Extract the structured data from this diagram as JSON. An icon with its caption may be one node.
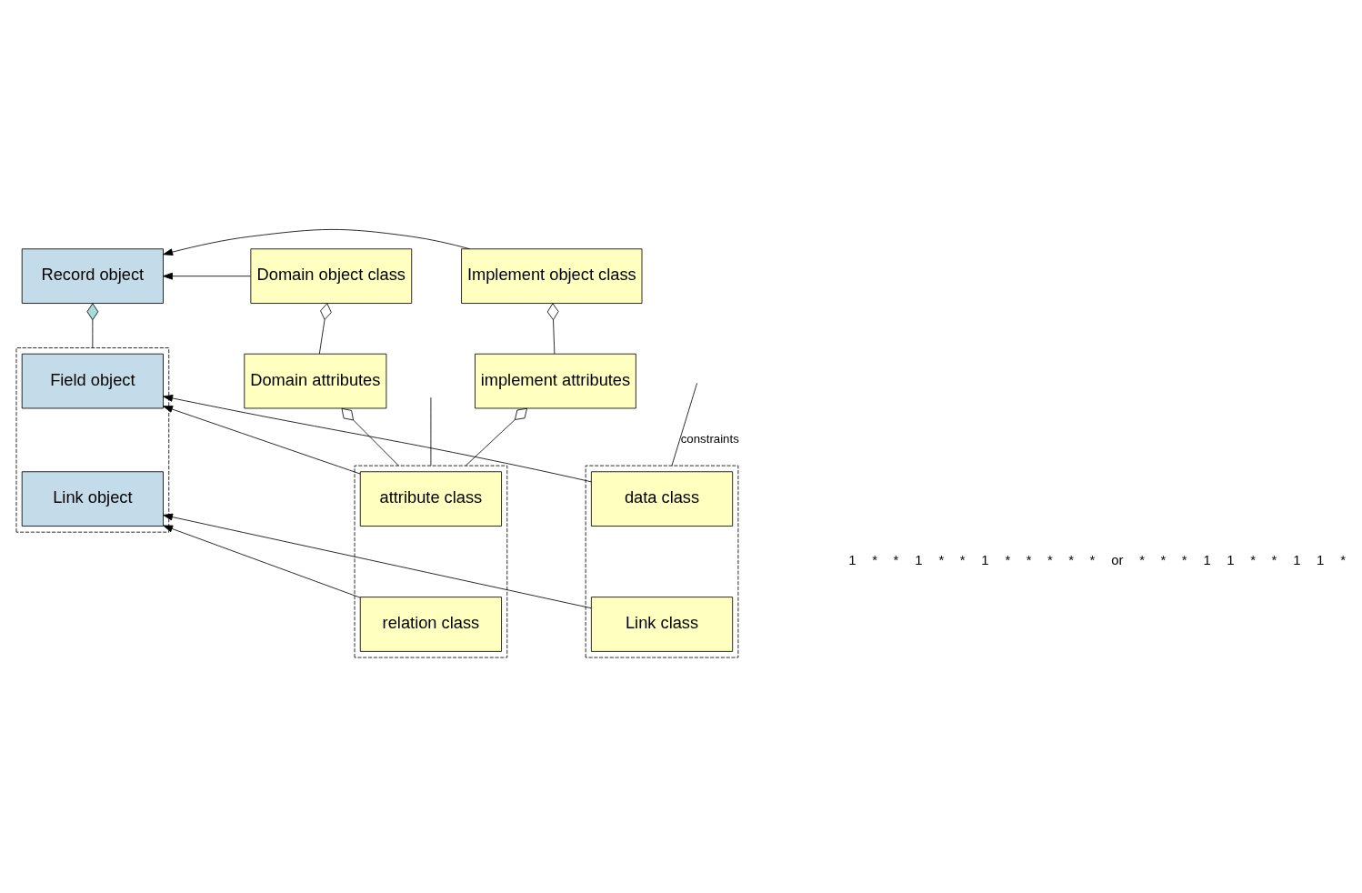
{
  "diagram": {
    "nodes": [
      {
        "text": [
          "Domain object class"
        ]
      },
      {
        "text": [
          "Record object"
        ]
      },
      {
        "text": [
          "Implement object class"
        ]
      },
      {
        "text": [
          "Domain attributes"
        ]
      },
      {
        "text": [
          "implement attributes"
        ]
      },
      {
        "text": [],
        "shape": "box"
      },
      {
        "text": [
          "attribute class"
        ],
        "in": 5
      },
      {
        "text": [
          "relation class"
        ],
        "in": 5
      },
      {
        "text": [],
        "shape": "box"
      },
      {
        "text": [
          "Field object"
        ],
        "in": 8
      },
      {
        "text": [
          "Link object"
        ],
        "in": 8
      },
      {
        "text": [],
        "shape": "box"
      },
      {
        "text": [
          "data class"
        ],
        "in": 11
      },
      {
        "text": [
          "Link class"
        ],
        "in": 11
      }
    ],
    "edges": [
      {
        "from": 0,
        "to": 1,
        "arrow": "to"
      },
      {
        "from": 2,
        "to": 1,
        "arrow": "to"
      },
      {
        "from": 3,
        "to": 0,
        "arrow": "other"
      },
      {
        "from": 4,
        "to": 2,
        "arrow": "other"
      },
      {
        "from": 8,
        "to": 1,
        "arrow": "other"
      },
      {
        "from": 5,
        "to": 4,
        "arrow": "other"
      },
      {
        "from": 5,
        "to": 3,
        "arrow": "other"
      },
      {
        "from": 6,
        "to": 9,
        "arrow": "to"
      },
      {
        "from": 7,
        "to": 10,
        "arrow": "to"
      },
      {
        "from": 12,
        "to": 9,
        "arrow": "to"
      },
      {
        "from": 13,
        "to": 10,
        "arrow": "to"
      },
      {
        "from": 5,
        "to": null,
        "arrow": "none"
      },
      {
        "from": 11,
        "to": null,
        "arrow": "none",
        "label": "constraints"
      }
    ],
    "labels": [
      "1",
      "*",
      "*",
      "1",
      "*",
      "*",
      "1",
      "*",
      "*",
      "*",
      "*",
      "*",
      "or",
      "*",
      "*",
      "*",
      "1",
      "1",
      "*",
      "*",
      "1",
      "1",
      "*"
    ]
  }
}
